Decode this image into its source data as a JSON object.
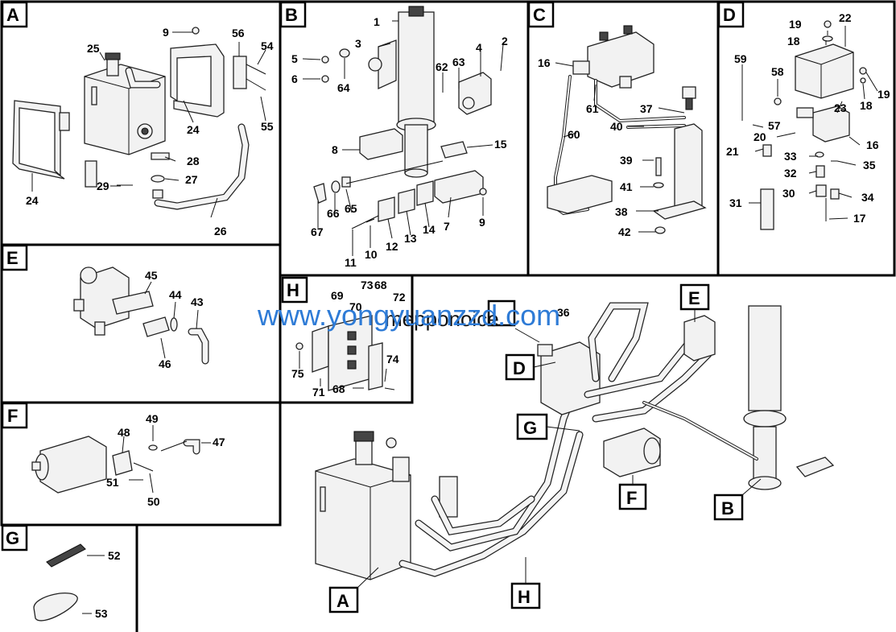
{
  "panels": {
    "A": {
      "letter": "A",
      "numbers": [
        "9",
        "25",
        "56",
        "54",
        "24",
        "55",
        "28",
        "27",
        "29",
        "24",
        "26"
      ]
    },
    "B": {
      "letter": "B",
      "numbers": [
        "1",
        "3",
        "2",
        "5",
        "6",
        "64",
        "4",
        "62",
        "63",
        "8",
        "15",
        "67",
        "66",
        "65",
        "7",
        "9",
        "12",
        "13",
        "14",
        "11",
        "10"
      ]
    },
    "C": {
      "letter": "C",
      "numbers": [
        "16",
        "61",
        "60",
        "37",
        "40",
        "39",
        "41",
        "38",
        "42"
      ]
    },
    "D": {
      "letter": "D",
      "numbers": [
        "19",
        "22",
        "18",
        "59",
        "58",
        "23",
        "18",
        "19",
        "20",
        "57",
        "21",
        "16",
        "33",
        "35",
        "32",
        "30",
        "34",
        "31",
        "17"
      ]
    },
    "E": {
      "letter": "E",
      "numbers": [
        "45",
        "44",
        "43",
        "46"
      ]
    },
    "F": {
      "letter": "F",
      "numbers": [
        "48",
        "49",
        "47",
        "51",
        "50"
      ]
    },
    "G": {
      "letter": "G",
      "numbers": [
        "52",
        "53"
      ]
    },
    "H": {
      "letter": "H",
      "numbers": [
        "69",
        "73",
        "68",
        "70",
        "72",
        "75",
        "74",
        "71",
        "68"
      ]
    }
  },
  "main_callouts": {
    "number_36": "36",
    "D": "D",
    "E": "E",
    "G": "G",
    "F": "F",
    "B": "B",
    "A": "A",
    "H": "H"
  },
  "overlay_text": "mepponoice",
  "watermark": "www.yongyuanzzd.com",
  "colors": {
    "watermark": "#2e7bd6",
    "lines": "#111111",
    "background": "#ffffff"
  }
}
